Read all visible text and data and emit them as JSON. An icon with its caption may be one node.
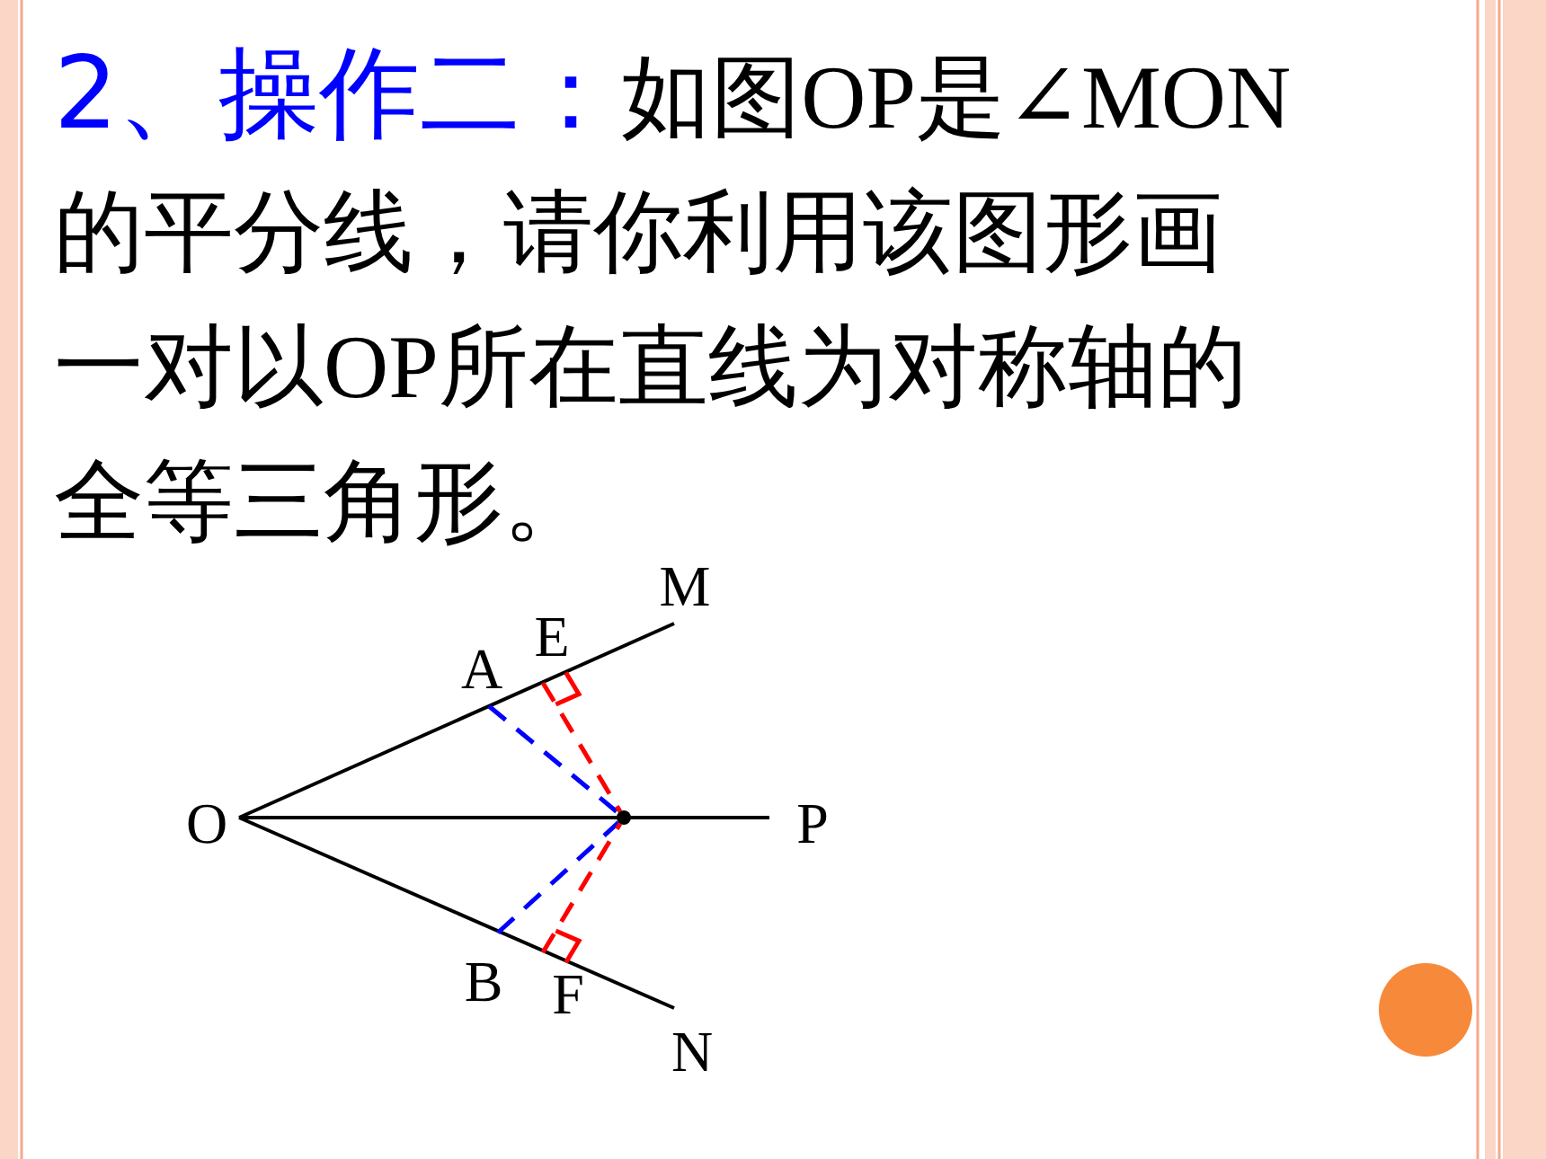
{
  "diagram": {
    "title": "2、操作二：",
    "labels": [
      "如图OP是∠MON的平分线，请你利用该图形画一对以OP所在直线为对称轴的全等三角形。"
    ],
    "nodes": [
      {
        "text": [
          "O"
        ]
      },
      {
        "text": [
          "A"
        ]
      },
      {
        "text": [
          "E"
        ]
      },
      {
        "text": [
          "M"
        ]
      },
      {
        "text": [
          "P"
        ]
      },
      {
        "text": [],
        "shape": "circle"
      },
      {
        "text": [
          "B"
        ]
      },
      {
        "text": [
          "F"
        ]
      },
      {
        "text": [
          "N"
        ]
      }
    ],
    "edges": [
      {
        "from": 0,
        "to": 3,
        "arrow": "none"
      },
      {
        "from": 0,
        "to": 4,
        "arrow": "none"
      },
      {
        "from": 0,
        "to": 8,
        "arrow": "none"
      },
      {
        "from": 1,
        "to": 5,
        "arrow": "none",
        "style": "dashed",
        "color": "#0000ff"
      },
      {
        "from": 6,
        "to": 5,
        "arrow": "none",
        "style": "dashed",
        "color": "#0000ff"
      },
      {
        "from": 2,
        "to": 5,
        "arrow": "none",
        "style": "dashed",
        "color": "#ff0000"
      },
      {
        "from": 7,
        "to": 5,
        "arrow": "none",
        "style": "dashed",
        "color": "#ff0000"
      }
    ]
  }
}
